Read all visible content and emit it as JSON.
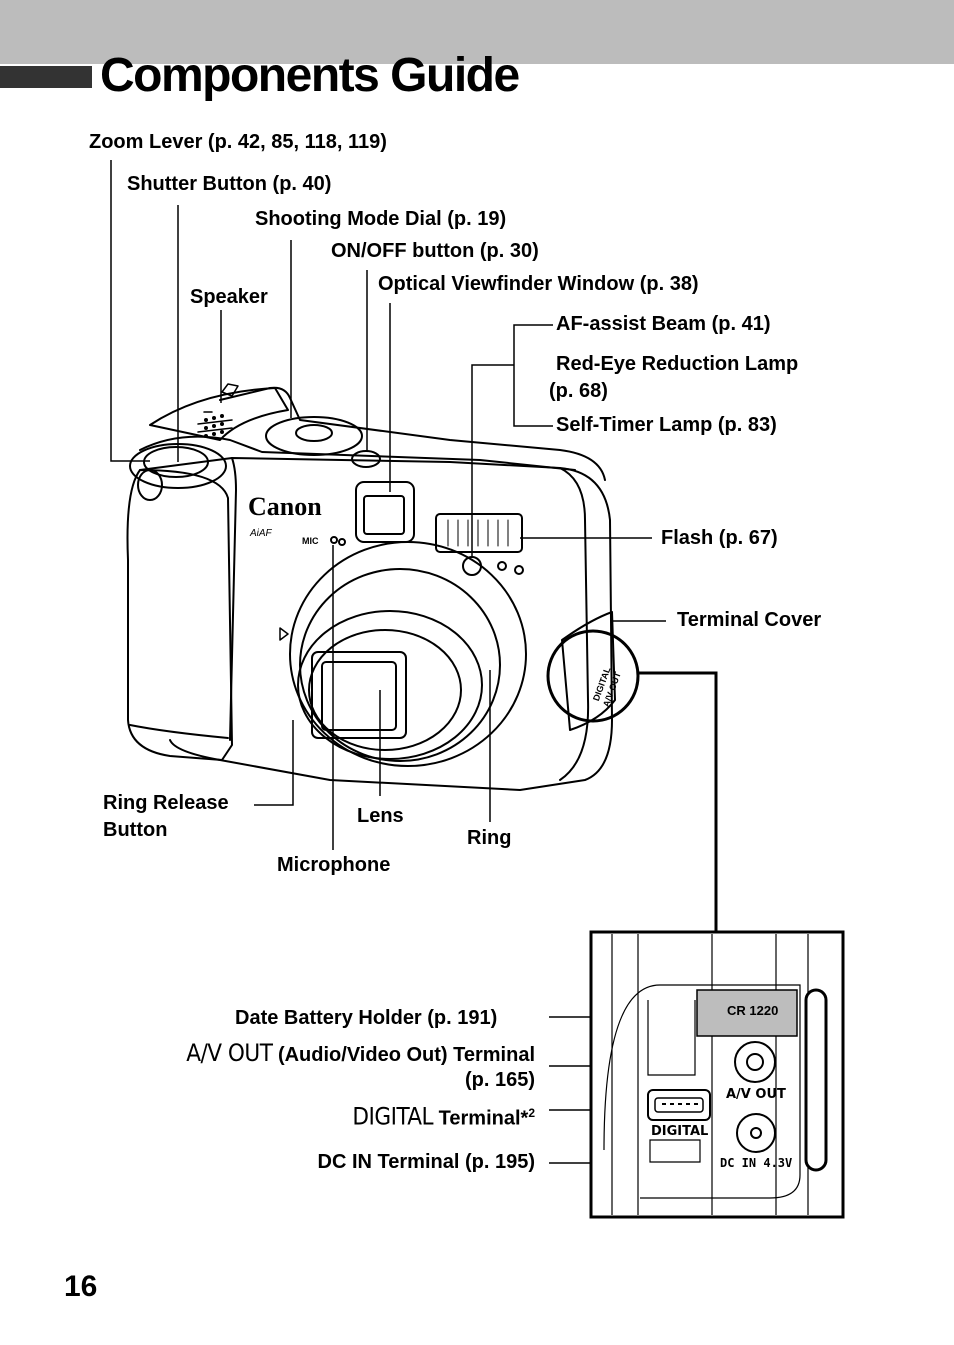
{
  "page": {
    "title": "Components Guide",
    "page_number": "16"
  },
  "callouts": {
    "zoom_lever": "Zoom Lever (p. 42, 85, 118, 119)",
    "shutter_button": "Shutter Button (p. 40)",
    "shooting_mode_dial": "Shooting Mode Dial (p. 19)",
    "on_off_button": "ON/OFF button (p. 30)",
    "speaker": "Speaker",
    "optical_viewfinder": "Optical Viewfinder Window (p. 38)",
    "af_assist": "AF-assist Beam (p. 41)",
    "red_eye_line1": "Red-Eye Reduction Lamp",
    "red_eye_line2": "(p. 68)",
    "self_timer": "Self-Timer Lamp (p. 83)",
    "flash": "Flash (p. 67)",
    "terminal_cover": "Terminal Cover",
    "ring_release_line1": "Ring Release",
    "ring_release_line2": "Button",
    "lens": "Lens",
    "ring": "Ring",
    "microphone": "Microphone",
    "date_battery": "Date Battery Holder (p. 191)",
    "av_out_glyph": "A/V OUT",
    "av_out_text": "(Audio/Video Out) Terminal",
    "av_out_page": "(p. 165)",
    "digital_glyph": "DIGITAL",
    "digital_text": "Terminal*",
    "digital_sup": "2",
    "dc_in": "DC IN Terminal (p. 195)"
  },
  "camera_markings": {
    "brand": "Canon",
    "aiaf": "AiAF",
    "mic": "MIC",
    "terminal_cover_print_1": "DIGITAL",
    "terminal_cover_print_2": "A/V OUT"
  },
  "terminal_panel": {
    "battery_label": "CR 1220",
    "av_out_label": "A/V OUT",
    "digital_label": "DIGITAL",
    "dc_in_label": "DC IN 4.3V"
  }
}
